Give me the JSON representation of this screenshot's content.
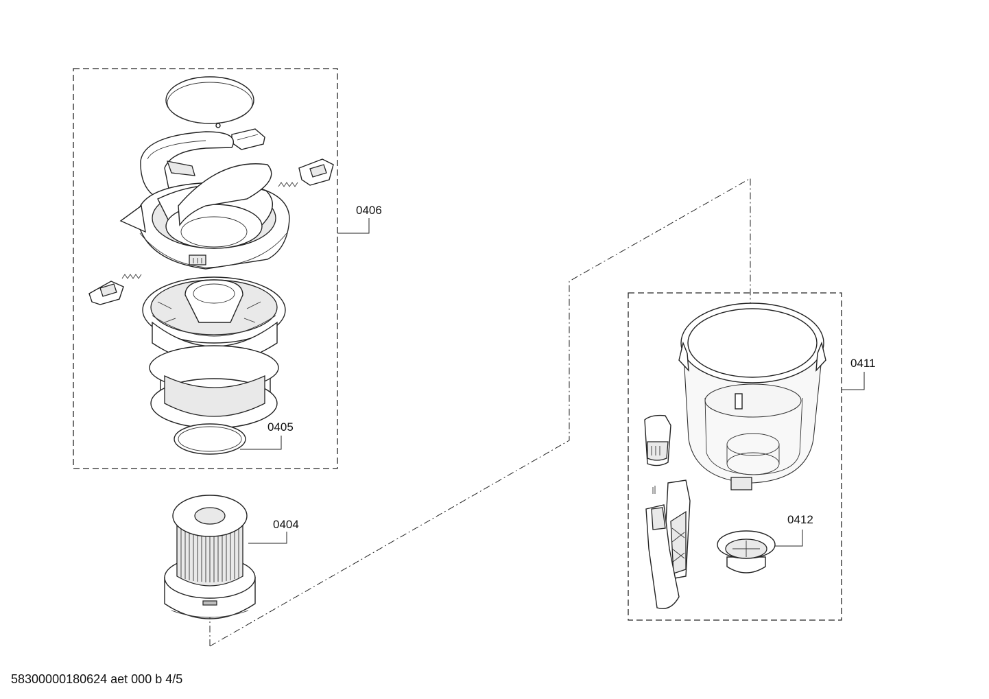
{
  "diagram": {
    "callouts": [
      {
        "id": "0406",
        "label": "0406"
      },
      {
        "id": "0405",
        "label": "0405"
      },
      {
        "id": "0404",
        "label": "0404"
      },
      {
        "id": "0411",
        "label": "0411"
      },
      {
        "id": "0412",
        "label": "0412"
      }
    ]
  },
  "footer": {
    "document_id": "58300000180624 aet 000 b 4/5"
  }
}
